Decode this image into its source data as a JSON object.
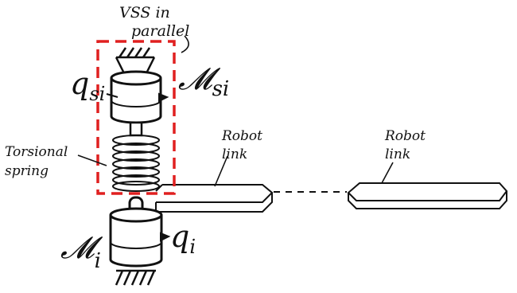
{
  "colors": {
    "ink": "#111111",
    "highlight": "#e02020",
    "background": "#ffffff"
  },
  "labels": {
    "vss_line1": "VSS in",
    "vss_line2": "parallel",
    "q_si": "q",
    "q_si_sub": "si",
    "M_si": "𝓜",
    "M_si_sub": "si",
    "torsional_line1": "Torsional",
    "torsional_line2": "spring",
    "robot_link_1_line1": "Robot",
    "robot_link_1_line2": "link",
    "robot_link_2_line1": "Robot",
    "robot_link_2_line2": "link",
    "M_i": "𝓜",
    "M_i_sub": "i",
    "q_i": "q",
    "q_i_sub": "i"
  }
}
